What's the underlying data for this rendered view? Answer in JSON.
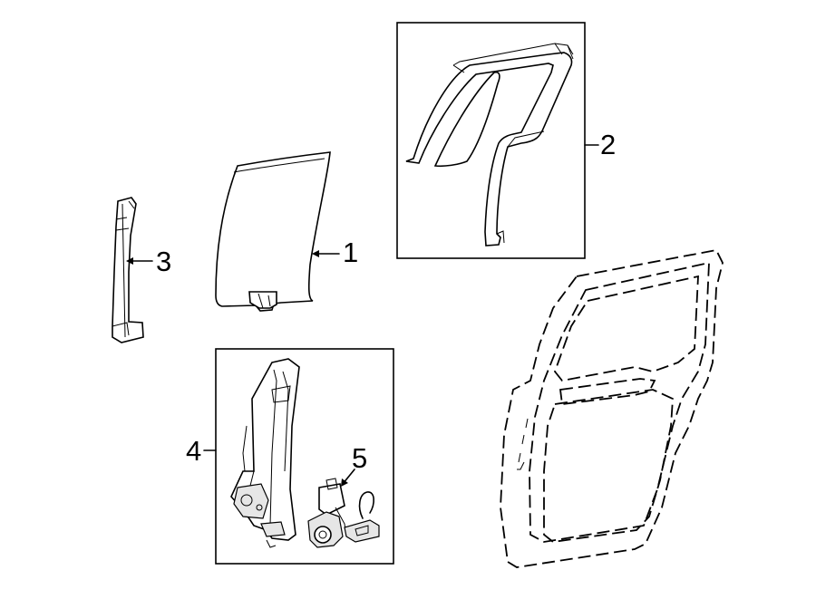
{
  "callouts": {
    "p1": "1",
    "p2": "2",
    "p3": "3",
    "p4": "4",
    "p5": "5"
  }
}
